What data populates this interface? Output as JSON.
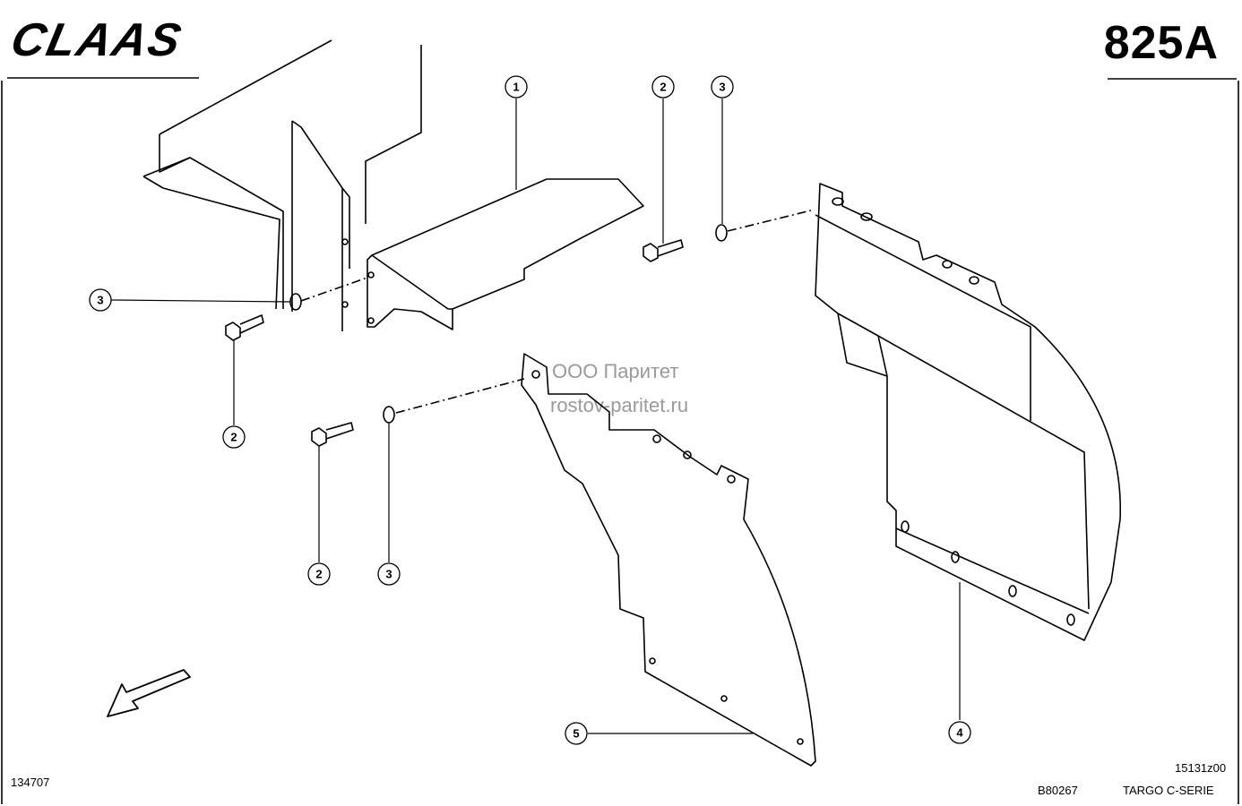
{
  "header": {
    "brand": "CLAAS",
    "page_number": "825A"
  },
  "footer": {
    "drawing_id": "134707",
    "ref_code": "B80267",
    "sheet_code": "15131z00",
    "series": "TARGO C-SERIE"
  },
  "watermark": {
    "line1": "ООО Паритет",
    "line2": "rostov-paritet.ru"
  },
  "callouts": {
    "c1": "1",
    "c2a": "2",
    "c2b": "2",
    "c2c": "2",
    "c3a": "3",
    "c3b": "3",
    "c3c": "3",
    "c4": "4",
    "c5": "5"
  },
  "icons": {
    "direction": "direction-arrow-icon"
  }
}
